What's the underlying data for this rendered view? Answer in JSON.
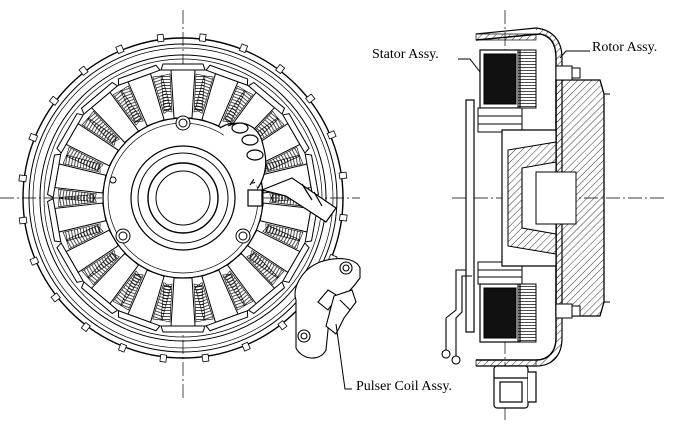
{
  "labels": {
    "stator": "Stator Assy.",
    "rotor": "Rotor Assy.",
    "pulser": "Pulser Coil Assy."
  },
  "colors": {
    "line": "#000000",
    "winding": "#1a1a1a",
    "background": "#ffffff"
  }
}
